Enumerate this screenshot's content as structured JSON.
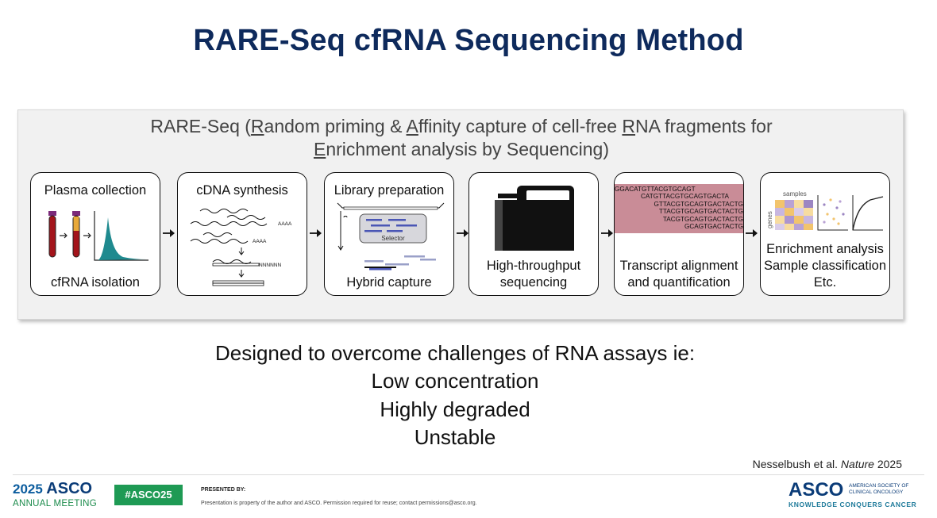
{
  "slide": {
    "title": "RARE-Seq cfRNA Sequencing Method"
  },
  "panel": {
    "line1_a": "RARE-Seq (",
    "line1_R": "R",
    "line1_b": "andom priming & ",
    "line1_A": "A",
    "line1_c": "ffinity capture of cell-free ",
    "line1_R2": "R",
    "line1_d": "NA fragments for",
    "line2_E": "E",
    "line2_rest": "nrichment analysis by Sequencing)"
  },
  "steps": [
    {
      "top": "Plasma collection",
      "bottom": "cfRNA isolation"
    },
    {
      "top": "cDNA synthesis",
      "poly_a": "AAAA",
      "poly_a2": "AAAA",
      "poly_n": "NNNNNN"
    },
    {
      "top": "Library preparation",
      "selector": "Selector",
      "bottom": "Hybrid capture"
    },
    {
      "bottom1": "High-throughput",
      "bottom2": "sequencing"
    },
    {
      "reads": [
        "GGACATGTTACGTGCAGT",
        "CATGTTACGTGCAGTGACTA",
        "GTTACGTGCAGTGACTACTG",
        "TTACGTGCAGTGACTACTG",
        "TACGTGCAGTGACTACTG",
        "GCAGTGACTACTG"
      ],
      "bottom1": "Transcript alignment",
      "bottom2": "and quantification"
    },
    {
      "samples_label": "samples",
      "genes_label": "genes",
      "line1": "Enrichment analysis",
      "line2": "Sample classification",
      "line3": "Etc."
    }
  ],
  "statement": {
    "intro": "Designed to overcome challenges of RNA assays ie:",
    "items": [
      "Low concentration",
      "Highly degraded",
      "Unstable"
    ]
  },
  "citation": {
    "authors": "Nesselbush et al. ",
    "journal": "Nature",
    "year": " 2025"
  },
  "footer": {
    "year": "2025",
    "asco": "ASCO",
    "meeting": "ANNUAL MEETING",
    "hashtag": "#ASCO25",
    "presented_by": "PRESENTED BY:",
    "disclaimer": "Presentation is property of the author and ASCO. Permission required for reuse; contact permissions@asco.org.",
    "society_1": "AMERICAN SOCIETY OF",
    "society_2": "CLINICAL ONCOLOGY",
    "tagline": "KNOWLEDGE CONQUERS CANCER"
  },
  "colors": {
    "title": "#0e2a5c",
    "teal": "#1f8a8f",
    "red_tube": "#a3141b",
    "yellow_tube": "#e8a93a",
    "alignment_pink": "#c98c97",
    "asco_green": "#1e9a54"
  }
}
